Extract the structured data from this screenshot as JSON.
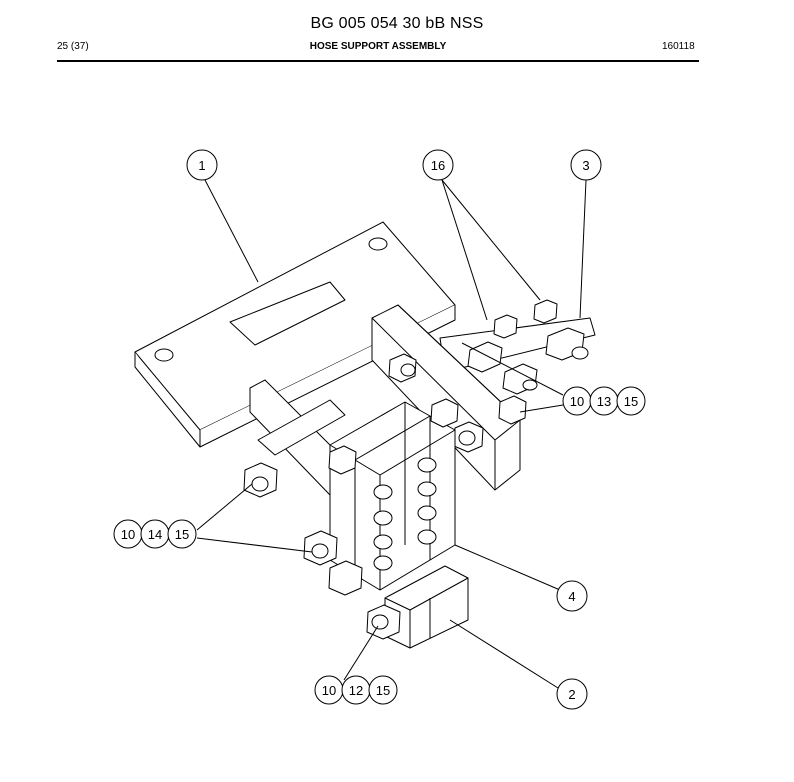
{
  "document": {
    "title": "BG 005 054 30 bB NSS",
    "page": "25 (37)",
    "section_title": "HOSE SUPPORT ASSEMBLY",
    "date_code": "160118"
  },
  "callouts": [
    {
      "id": "callout-1",
      "label": "1"
    },
    {
      "id": "callout-16",
      "label": "16"
    },
    {
      "id": "callout-3",
      "label": "3"
    },
    {
      "id": "callout-10-a",
      "label": "10"
    },
    {
      "id": "callout-13",
      "label": "13"
    },
    {
      "id": "callout-15-a",
      "label": "15"
    },
    {
      "id": "callout-10-b",
      "label": "10"
    },
    {
      "id": "callout-14",
      "label": "14"
    },
    {
      "id": "callout-15-b",
      "label": "15"
    },
    {
      "id": "callout-4",
      "label": "4"
    },
    {
      "id": "callout-10-c",
      "label": "10"
    },
    {
      "id": "callout-12",
      "label": "12"
    },
    {
      "id": "callout-15-c",
      "label": "15"
    },
    {
      "id": "callout-2",
      "label": "2"
    }
  ]
}
